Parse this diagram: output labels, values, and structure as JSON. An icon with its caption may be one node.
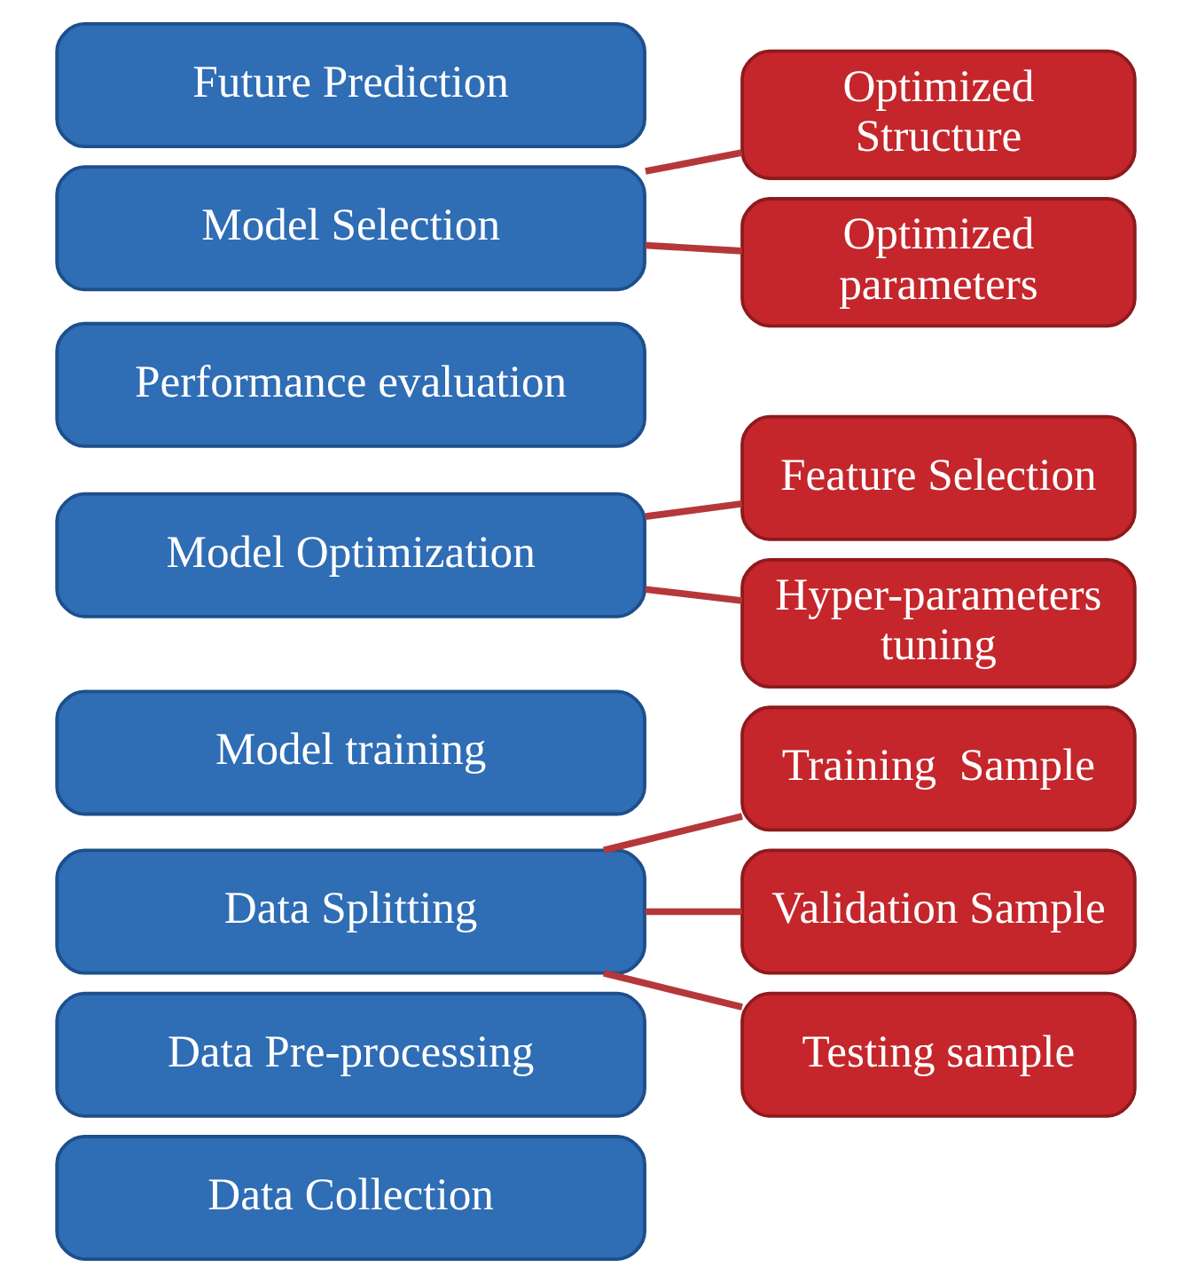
{
  "diagram": {
    "nodes": [
      {
        "text": [
          "Data Collection"
        ]
      },
      {
        "text": [
          "Data Pre-processing"
        ]
      },
      {
        "text": [
          "Data Splitting"
        ]
      },
      {
        "text": [
          "Training  Sample"
        ]
      },
      {
        "text": [
          "Validation Sample"
        ]
      },
      {
        "text": [
          "Testing sample"
        ]
      },
      {
        "text": [
          "Model training"
        ]
      },
      {
        "text": [
          "Model Optimization"
        ]
      },
      {
        "text": [
          "Feature Selection"
        ]
      },
      {
        "text": [
          "Hyper-parameters tuning"
        ]
      },
      {
        "text": [
          "Performance evaluation"
        ]
      },
      {
        "text": [
          "Model Selection"
        ]
      },
      {
        "text": [
          "Optimized Structure"
        ]
      },
      {
        "text": [
          "Optimized parameters"
        ]
      },
      {
        "text": [
          "Future Prediction"
        ]
      }
    ],
    "edges": [
      {
        "from": 2,
        "to": 3,
        "arrow": "none"
      },
      {
        "from": 2,
        "to": 4,
        "arrow": "none"
      },
      {
        "from": 2,
        "to": 5,
        "arrow": "none"
      },
      {
        "from": 7,
        "to": 8,
        "arrow": "none"
      },
      {
        "from": 7,
        "to": 9,
        "arrow": "none"
      },
      {
        "from": 11,
        "to": 12,
        "arrow": "none"
      },
      {
        "from": 11,
        "to": 13,
        "arrow": "none"
      }
    ]
  }
}
